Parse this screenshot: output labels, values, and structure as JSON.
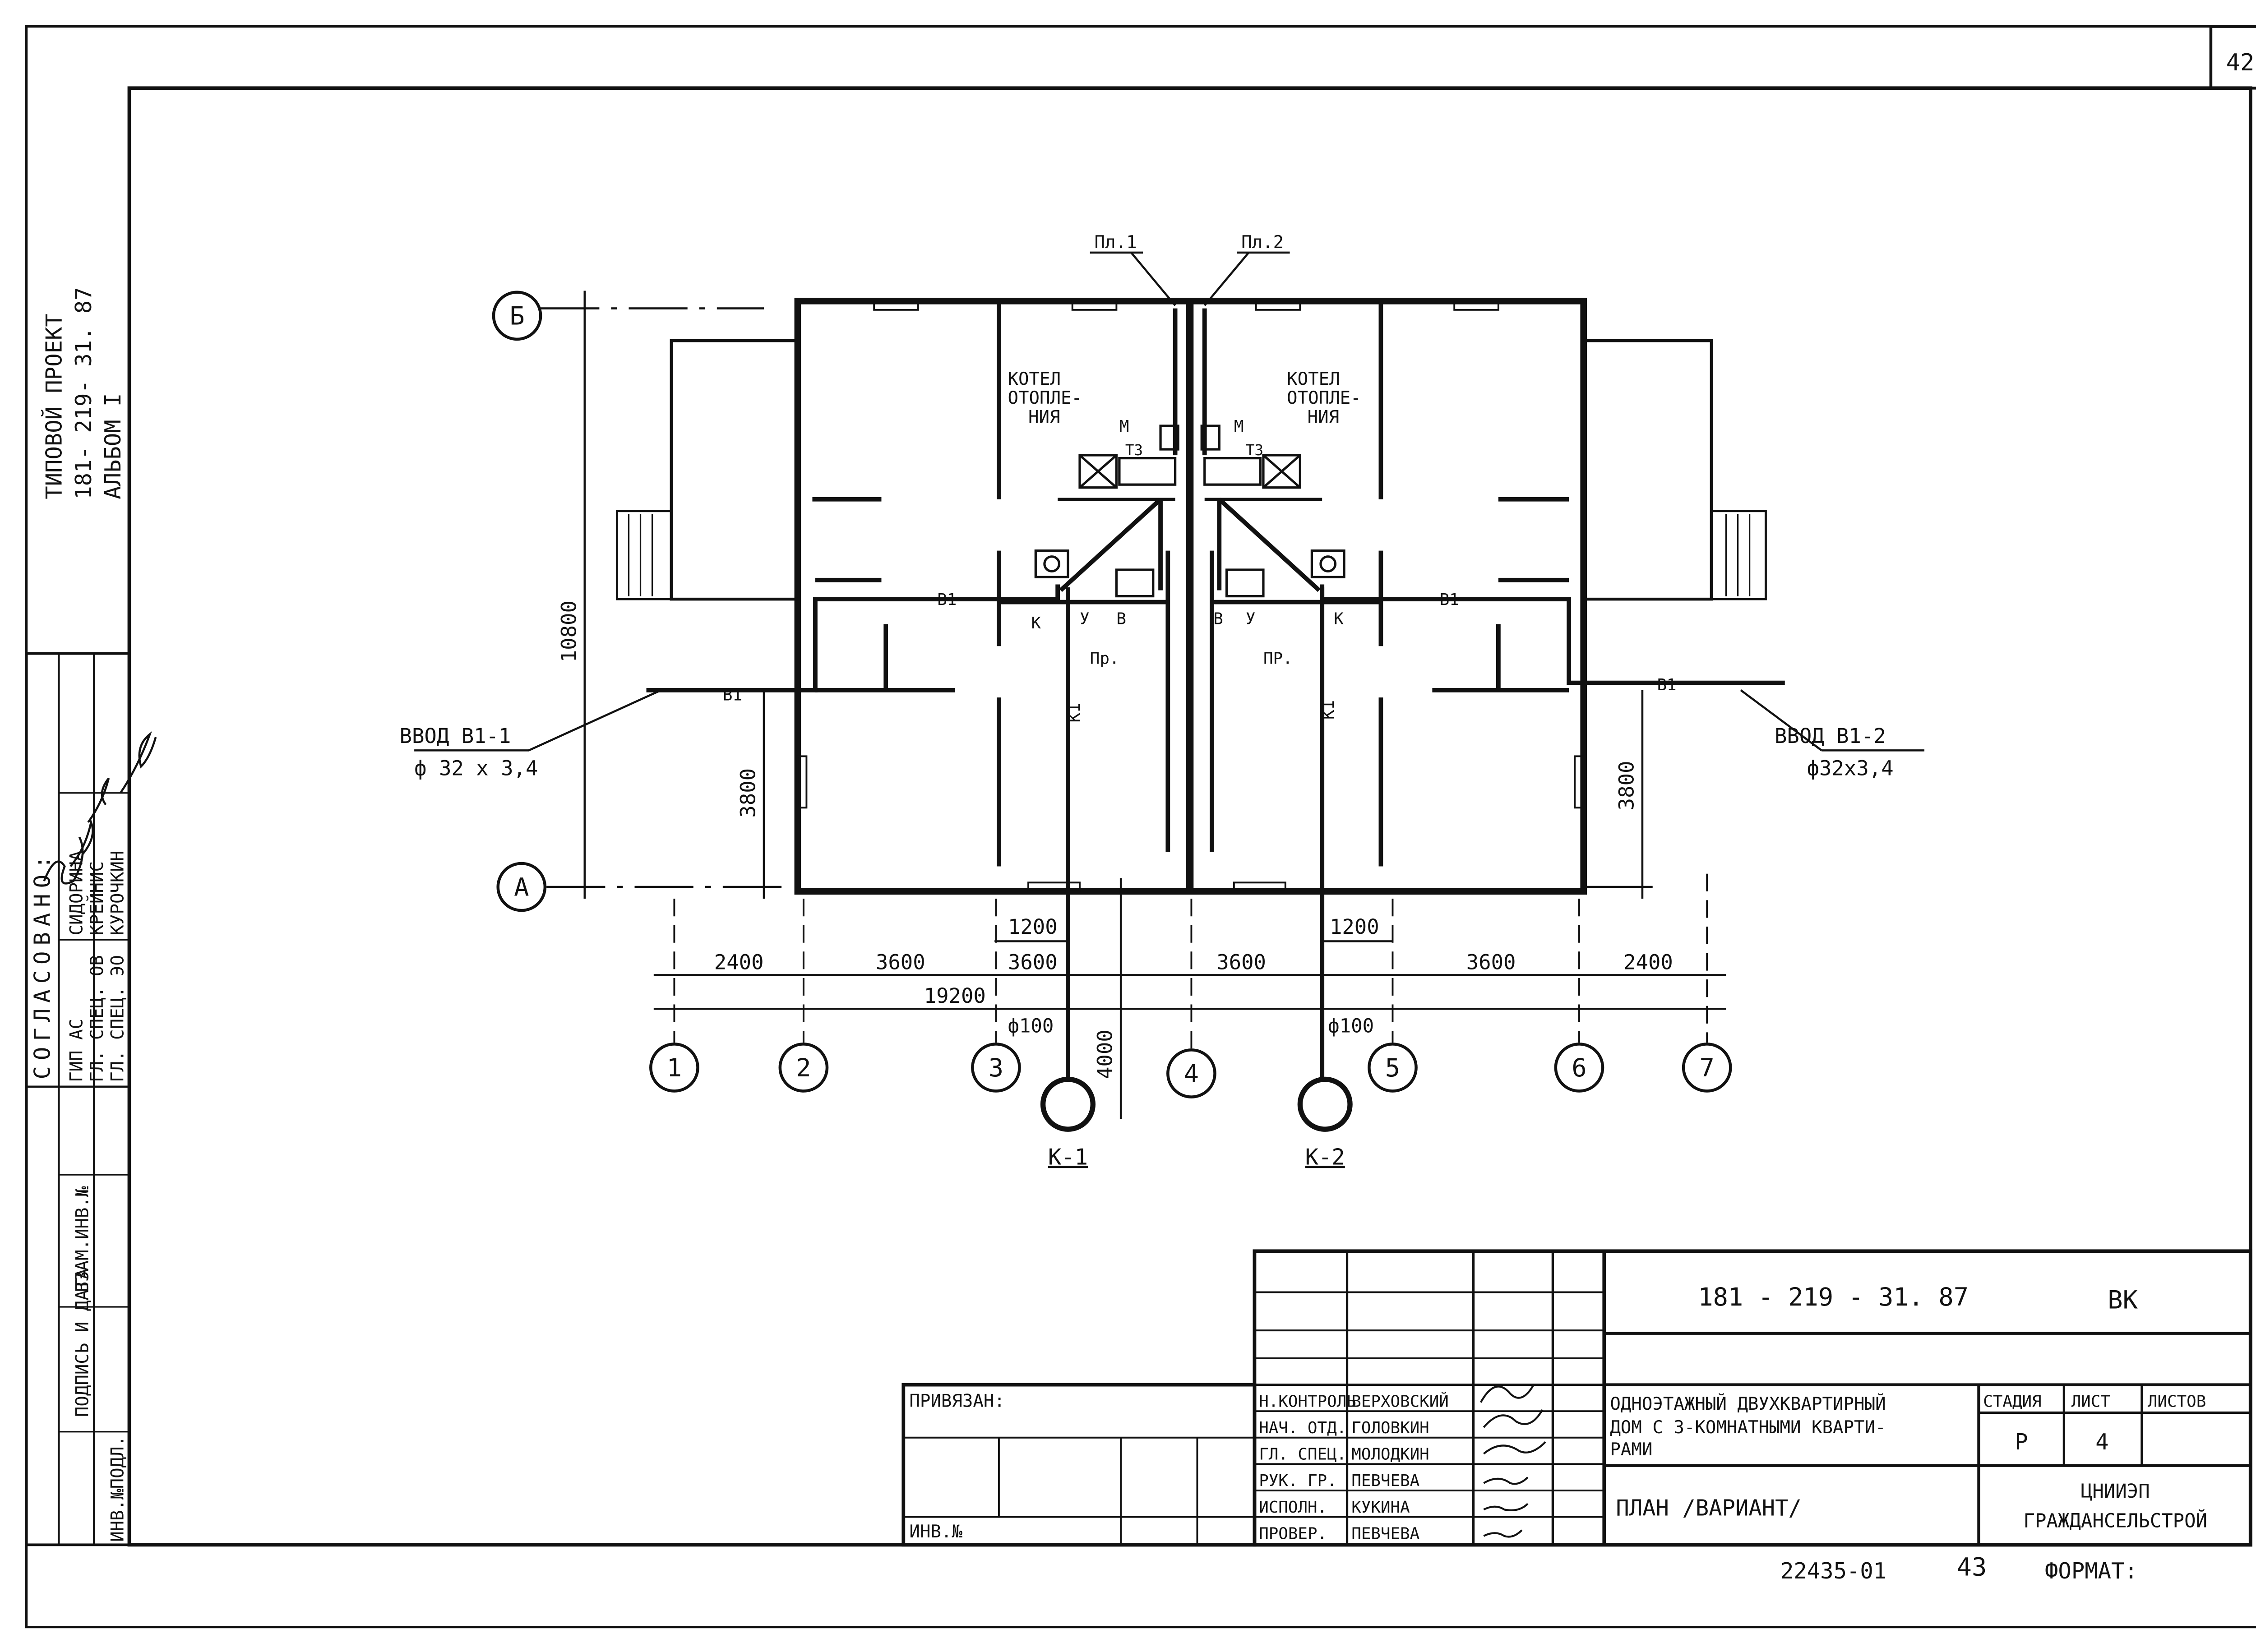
{
  "sheet": {
    "number": "42",
    "page_code": "22435-01",
    "page_number": "43",
    "format_label": "ФОРМАТ:"
  },
  "side": {
    "project_line1": "ТИПОВОЙ ПРОЕКТ",
    "project_line2": "181- 219- 31. 87",
    "project_line3": "АЛЬБОМ I",
    "agreed_title": "СОГЛАСОВАНО:",
    "agreed": [
      {
        "role": "ГИП АС",
        "name": "СИДОРИНА"
      },
      {
        "role": "ГЛ. СПЕЦ. ОВ",
        "name": "КРЕЙНИС"
      },
      {
        "role": "ГЛ. СПЕЦ. ЭО",
        "name": "КУРОЧКИН"
      }
    ],
    "inv_cols": [
      "ВЗАМ.ИНВ.№",
      "ПОДПИСЬ И ДАТА",
      "ИНВ.№ПОДЛ."
    ]
  },
  "drawing": {
    "axis_letters": [
      "Б",
      "А"
    ],
    "axis_numbers": [
      "1",
      "2",
      "3",
      "4",
      "5",
      "6",
      "7"
    ],
    "dims_bottom": [
      "2400",
      "3600",
      "3600",
      "3600",
      "3600",
      "2400"
    ],
    "dim_total": "19200",
    "dim_1200_left": "1200",
    "dim_1200_right": "1200",
    "dim_height": "10800",
    "dim_3800_left": "3800",
    "dim_3800_right": "3800",
    "dim_4000": "4000",
    "riser1": "Пл.1",
    "riser2": "Пл.2",
    "boiler_left": [
      "КОТЕЛ",
      "ОТОПЛЕ-",
      "НИЯ"
    ],
    "boiler_right": [
      "КОТЕЛ",
      "ОТОПЛЕ-",
      "НИЯ"
    ],
    "m_label": "М",
    "t3_label": "Т3",
    "v1_label": "В1",
    "k1_label": "К1",
    "k_label": "К",
    "u_label": "У",
    "v_label": "В",
    "pr_left": "Пр.",
    "pr_right": "ПР.",
    "inlet1": {
      "title": "ВВОД В1-1",
      "size": "ф 32 х 3,4"
    },
    "inlet2": {
      "title": "ВВОД В1-2",
      "size": "ф32х3,4"
    },
    "pipe_d1": "ф100",
    "pipe_d2": "ф100",
    "well1": "К-1",
    "well2": "К-2"
  },
  "title_block": {
    "code": "181 - 219 - 31. 87",
    "mark": "ВК",
    "tied_label": "ПРИВЯЗАН:",
    "inv_label": "ИНВ.№",
    "roles": [
      {
        "role": "Н.КОНТРОЛЬ",
        "name": "ВЕРХОВСКИЙ"
      },
      {
        "role": "НАЧ. ОТД.",
        "name": "ГОЛОВКИН"
      },
      {
        "role": "ГЛ. СПЕЦ.",
        "name": "МОЛОДКИН"
      },
      {
        "role": "РУК. ГР.",
        "name": "ПЕВЧЕВА"
      },
      {
        "role": "ИСПОЛН.",
        "name": "КУКИНА"
      },
      {
        "role": "ПРОВЕР.",
        "name": "ПЕВЧЕВА"
      }
    ],
    "desc_line1": "ОДНОЭТАЖНЫЙ ДВУХКВАРТИРНЫЙ",
    "desc_line2": "ДОМ С 3-КОМНАТНЫМИ КВАРТИ-",
    "desc_line3": "РАМИ",
    "sheet_title": "ПЛАН  /ВАРИАНТ/",
    "stage_label": "СТАДИЯ",
    "sheet_label": "ЛИСТ",
    "sheets_label": "ЛИСТОВ",
    "stage": "Р",
    "sheet_no": "4",
    "org_line1": "ЦНИИЭП",
    "org_line2": "ГРАЖДАНСЕЛЬСТРОЙ"
  }
}
